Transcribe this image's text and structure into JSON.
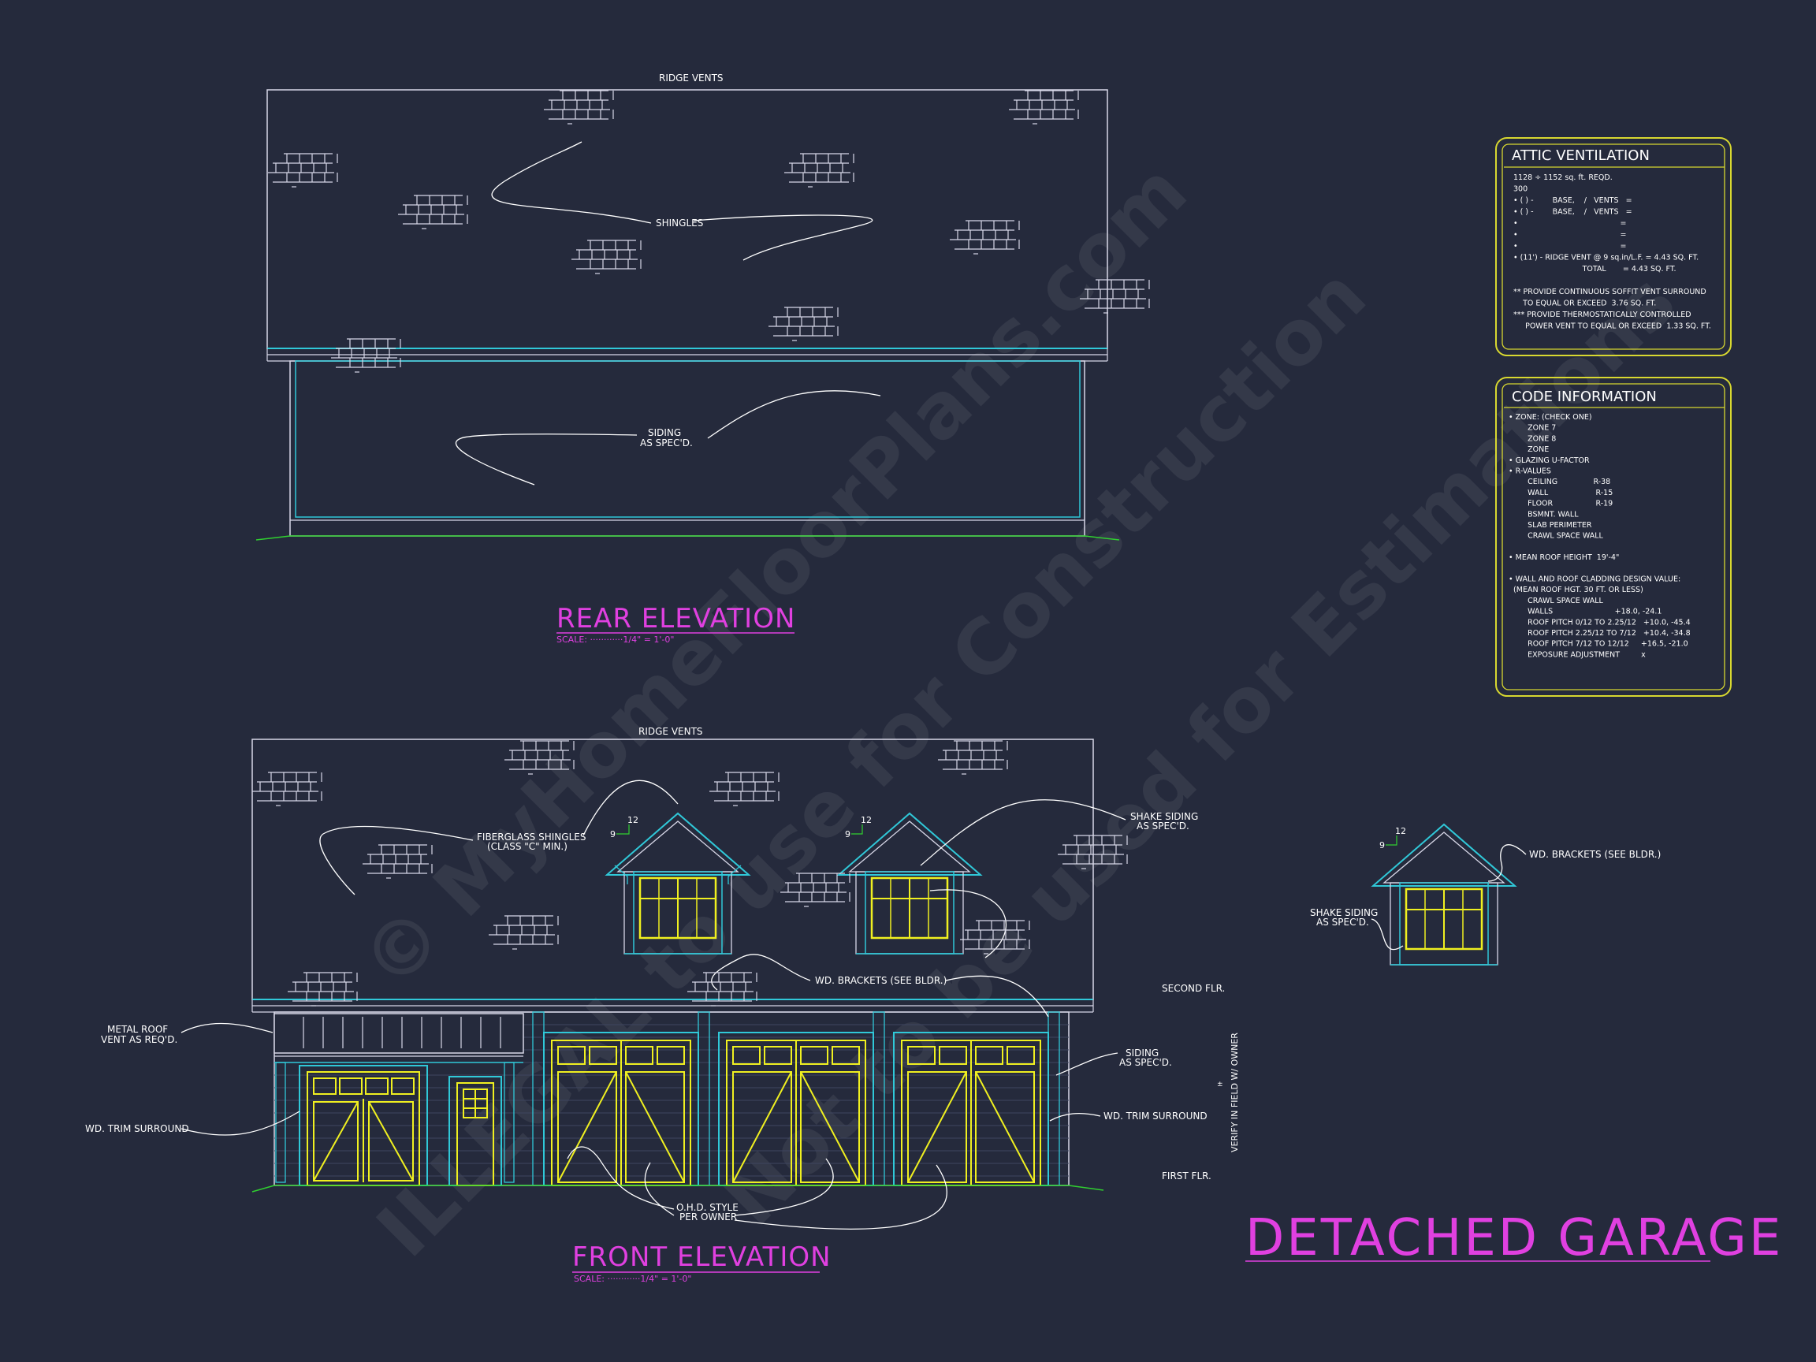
{
  "sheet_title": "DETACHED GARAGE",
  "watermark": {
    "line1": "© MyHomeFloorPlans.com",
    "line2": "ILLEGAL to use for Construction",
    "line3": "Not to be used for Estimations"
  },
  "rear": {
    "ridge_label": "RIDGE VENTS",
    "shingles_label": "SHINGLES",
    "siding_line1": "SIDING",
    "siding_line2": "AS SPEC'D.",
    "title": "REAR ELEVATION",
    "scale": "SCALE: ············1/4\" = 1'-0\""
  },
  "front": {
    "ridge_label": "RIDGE VENTS",
    "fiberglass_line1": "FIBERGLASS SHINGLES",
    "fiberglass_line2": "(CLASS \"C\" MIN.)",
    "shake_line1": "SHAKE SIDING",
    "shake_line2": "AS SPEC'D.",
    "brackets": "WD. BRACKETS (SEE BLDR.)",
    "metal_line1": "METAL ROOF",
    "metal_line2": "VENT AS REQ'D.",
    "trim_left": "WD. TRIM SURROUND",
    "siding_line1": "SIDING",
    "siding_line2": "AS SPEC'D.",
    "trim_right": "WD. TRIM SURROUND",
    "second_flr": "SECOND FLR.",
    "first_flr": "FIRST FLR.",
    "verify": "VERIFY IN FIELD W/ OWNER",
    "ohd_line1": "O.H.D. STYLE",
    "ohd_line2": "PER OWNER",
    "pitch_rise": "9",
    "pitch_run": "12",
    "title": "FRONT ELEVATION",
    "scale": "SCALE: ············1/4\" = 1'-0\""
  },
  "dormer_detail": {
    "brackets": "WD. BRACKETS (SEE BLDR.)",
    "shake_line1": "SHAKE SIDING",
    "shake_line2": "AS SPEC'D.",
    "pitch_rise": "9",
    "pitch_run": "12"
  },
  "attic": {
    "title": "ATTIC VENTILATION",
    "lines": [
      "1128 ÷ 1152 sq. ft. REQD.",
      "300",
      "• ( ) -        BASE,    /   VENTS   =",
      "• ( ) -        BASE,    /   VENTS   =",
      "•                                           =",
      "•                                           =",
      "•                                           =",
      "• (11') - RIDGE VENT @ 9 sq.in/L.F. = 4.43 SQ. FT.",
      "                             TOTAL       = 4.43 SQ. FT.",
      "",
      "** PROVIDE CONTINUOUS SOFFIT VENT SURROUND",
      "    TO EQUAL OR EXCEED  3.76 SQ. FT.",
      "*** PROVIDE THERMOSTATICALLY CONTROLLED",
      "     POWER VENT TO EQUAL OR EXCEED  1.33 SQ. FT."
    ]
  },
  "code": {
    "title": "CODE INFORMATION",
    "lines": [
      "• ZONE: (CHECK ONE)",
      "        ZONE 7",
      "        ZONE 8",
      "        ZONE",
      "• GLAZING U-FACTOR",
      "• R-VALUES",
      "        CEILING               R-38",
      "        WALL                    R-15",
      "        FLOOR                  R-19",
      "        BSMNT. WALL",
      "        SLAB PERIMETER",
      "        CRAWL SPACE WALL",
      "",
      "• MEAN ROOF HEIGHT  19'-4\"",
      "",
      "• WALL AND ROOF CLADDING DESIGN VALUE:",
      "  (MEAN ROOF HGT. 30 FT. OR LESS)",
      "        CRAWL SPACE WALL",
      "        WALLS                          +18.0, -24.1",
      "        ROOF PITCH 0/12 TO 2.25/12   +10.0, -45.4",
      "        ROOF PITCH 2.25/12 TO 7/12   +10.4, -34.8",
      "        ROOF PITCH 7/12 TO 12/12     +16.5, -21.0",
      "        EXPOSURE ADJUSTMENT         x"
    ]
  },
  "colors": {
    "background": "#252a3c",
    "line": "#d8d8e8",
    "cyan": "#30c8d8",
    "yellow": "#f0f020",
    "magenta": "#e040e0",
    "green": "#30d030",
    "panel_border": "#d8d830"
  }
}
